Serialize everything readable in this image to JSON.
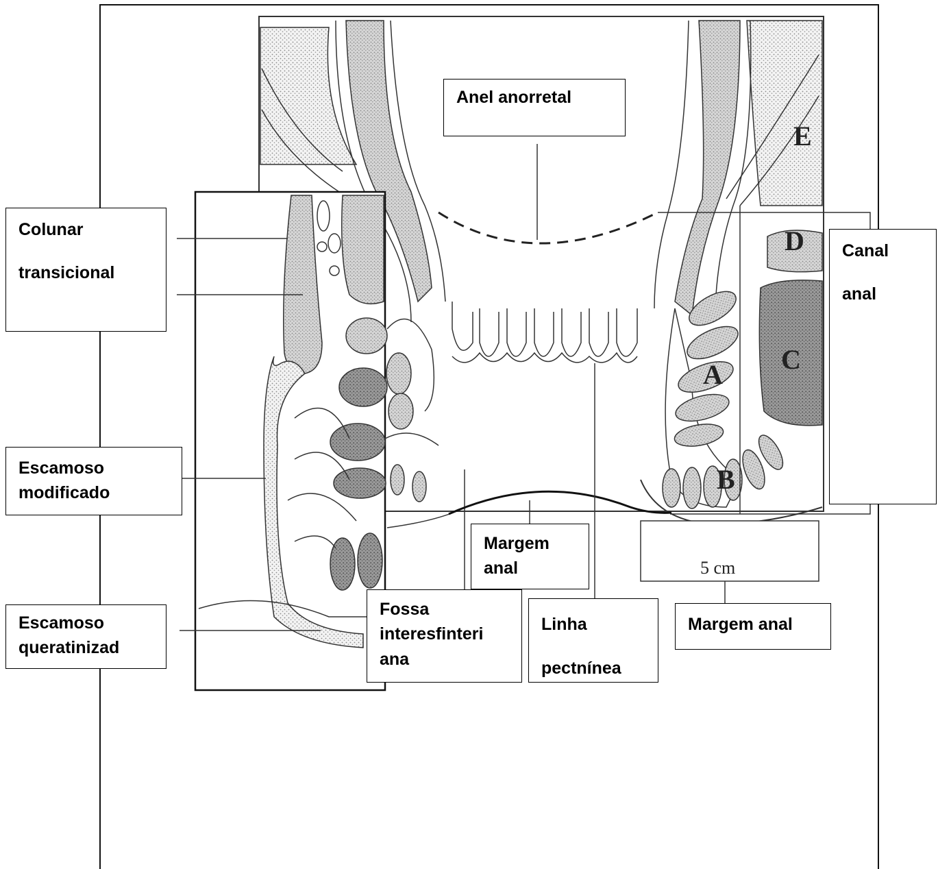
{
  "labels": {
    "anel_anorretal": "Anel anorretal",
    "colunar": "Colunar",
    "transicional": "transicional",
    "escamoso_mod_1": "Escamoso",
    "escamoso_mod_2": "modificado",
    "escamoso_quer_1": "Escamoso",
    "escamoso_quer_2": "queratinizad",
    "canal_1": "Canal",
    "canal_2": "anal",
    "margem_center_1": "Margem",
    "margem_center_2": "anal",
    "fossa_1": "Fossa",
    "fossa_2": "interesfinteri",
    "fossa_3": "ana",
    "linha_1": "Linha",
    "linha_2": "pectnínea",
    "margem_right": "Margem anal"
  },
  "muscle_letters": [
    "A",
    "B",
    "C",
    "D",
    "E"
  ],
  "scale_label": "5 cm"
}
